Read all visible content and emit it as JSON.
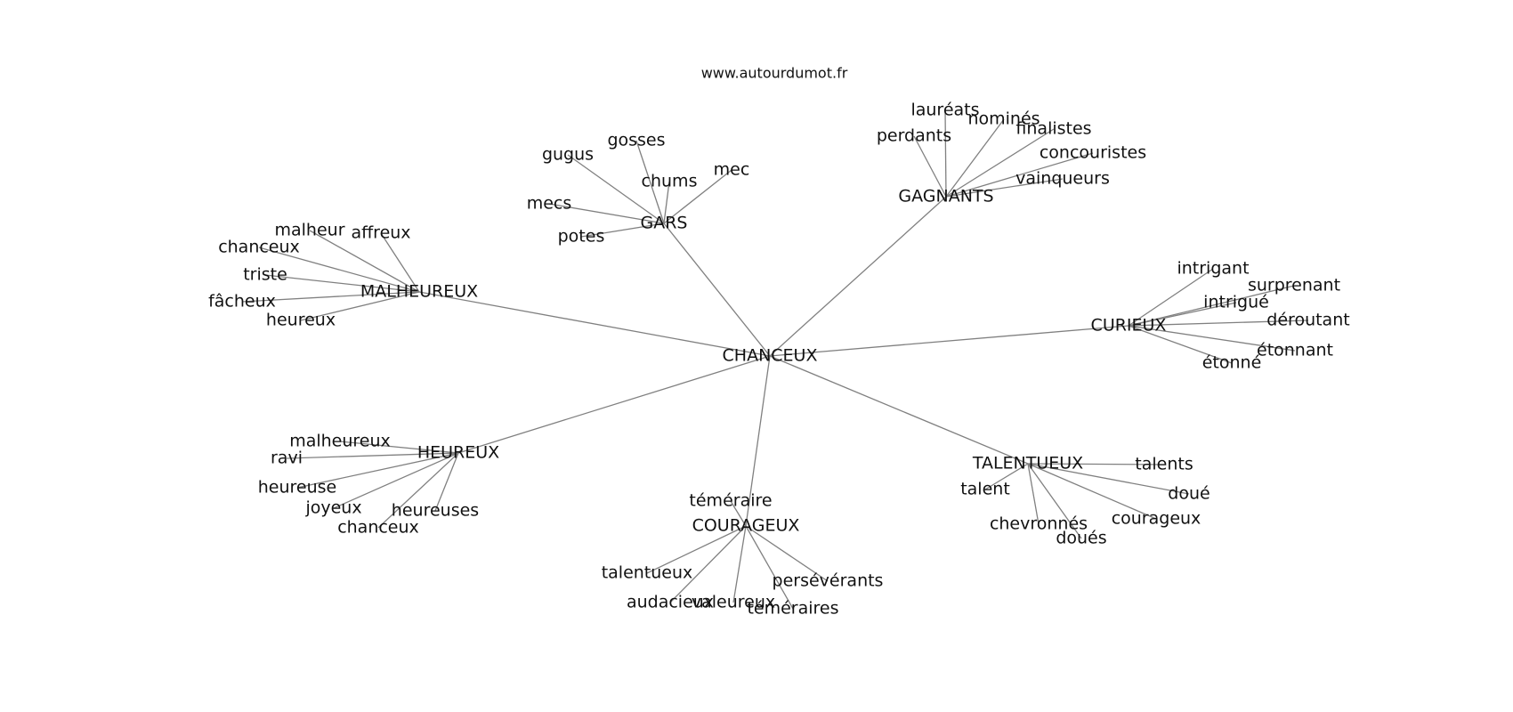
{
  "site": "www.autourdumot.fr",
  "center": "CHANCEUX",
  "hubs": [
    {
      "label": "GARS",
      "words": [
        "gosses",
        "gugus",
        "chums",
        "mec",
        "mecs",
        "potes"
      ]
    },
    {
      "label": "GAGNANTS",
      "words": [
        "lauréats",
        "nominés",
        "perdants",
        "finalistes",
        "concouristes",
        "vainqueurs"
      ]
    },
    {
      "label": "MALHEUREUX",
      "words": [
        "malheur",
        "affreux",
        "chanceux",
        "triste",
        "fâcheux",
        "heureux"
      ]
    },
    {
      "label": "CURIEUX",
      "words": [
        "intrigant",
        "surprenant",
        "intrigué",
        "déroutant",
        "étonnant",
        "étonné"
      ]
    },
    {
      "label": "HEUREUX",
      "words": [
        "malheureux",
        "ravi",
        "heureuse",
        "joyeux",
        "heureuses",
        "chanceux"
      ]
    },
    {
      "label": "TALENTUEUX",
      "words": [
        "talents",
        "talent",
        "doué",
        "courageux",
        "chevronnés",
        "doués"
      ]
    },
    {
      "label": "COURAGEUX",
      "words": [
        "téméraire",
        "talentueux",
        "persévérants",
        "audacieux",
        "valeureux",
        "téméraires"
      ]
    }
  ]
}
